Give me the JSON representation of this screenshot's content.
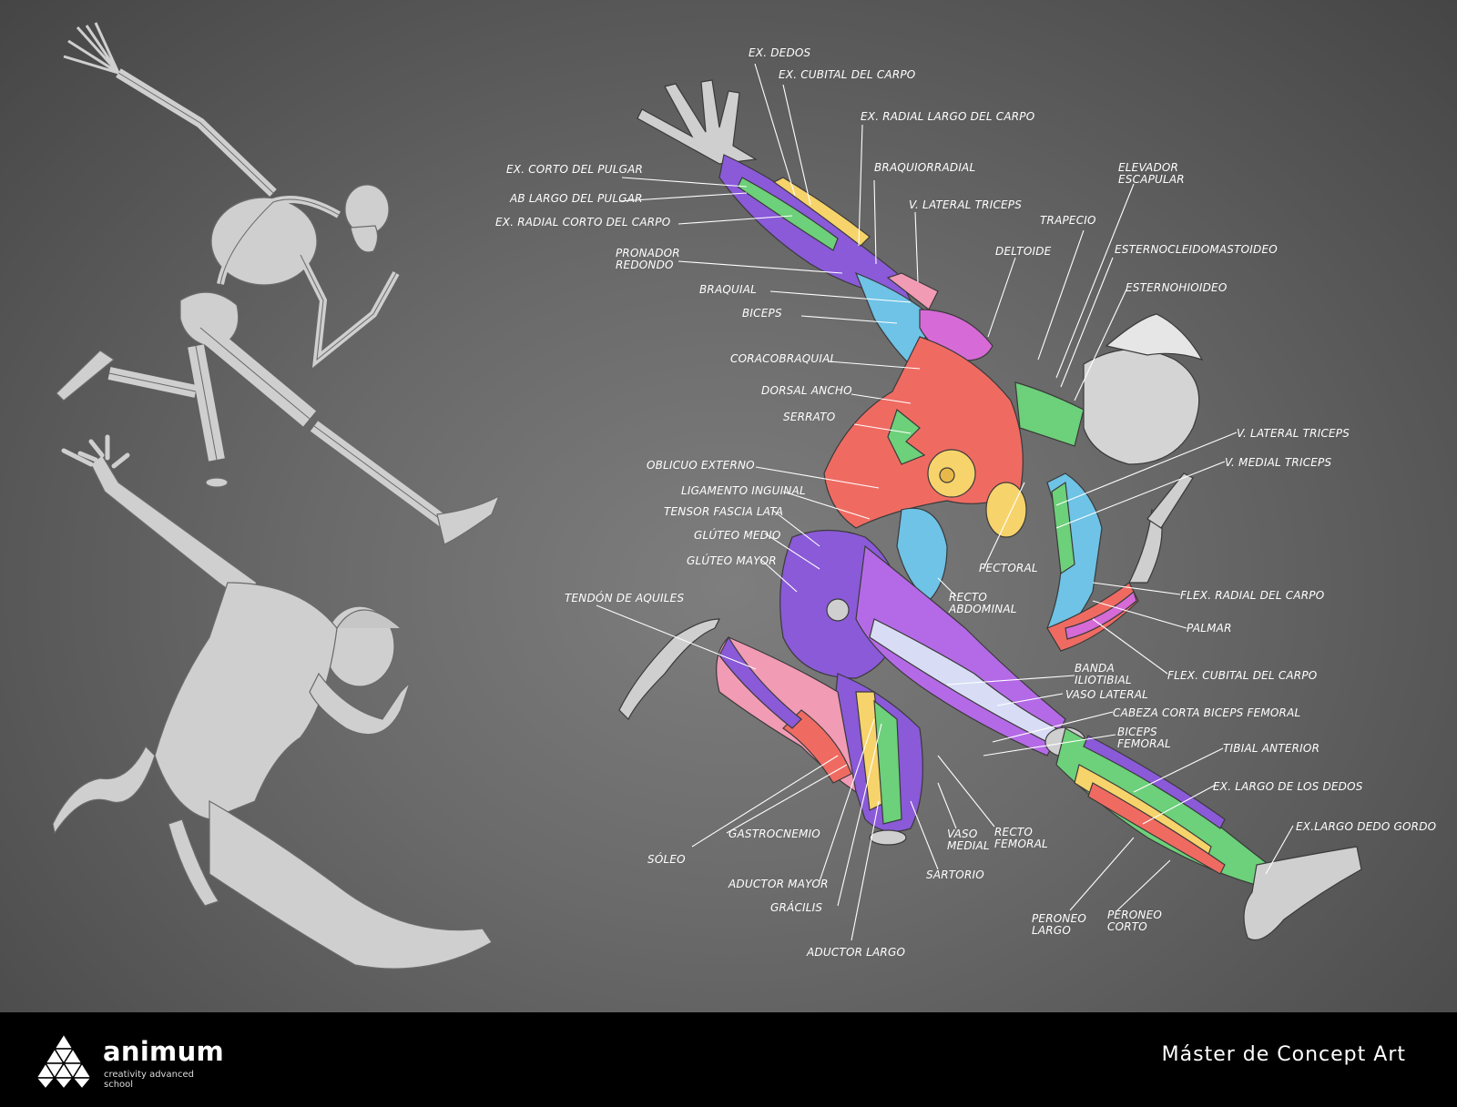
{
  "labels": [
    {
      "id": "ex-dedos",
      "text": "EX. DEDOS"
    },
    {
      "id": "ex-cubital-carpo",
      "text": "EX. CUBITAL DEL CARPO"
    },
    {
      "id": "ex-radial-largo",
      "text": "EX. RADIAL LARGO DEL CARPO"
    },
    {
      "id": "braquiorradial",
      "text": "BRAQUIORRADIAL"
    },
    {
      "id": "elevador-escapular",
      "text": "ELEVADOR\nESCAPULAR"
    },
    {
      "id": "ex-corto-pulgar",
      "text": "EX. CORTO DEL PULGAR"
    },
    {
      "id": "ab-largo-pulgar",
      "text": "AB LARGO DEL PULGAR"
    },
    {
      "id": "ex-radial-corto",
      "text": "EX. RADIAL CORTO DEL CARPO"
    },
    {
      "id": "v-lateral-triceps-top",
      "text": "V. LATERAL TRICEPS"
    },
    {
      "id": "trapecio",
      "text": "TRAPECIO"
    },
    {
      "id": "esternocleidomastoideo",
      "text": "ESTERNOCLEIDOMASTOIDEO"
    },
    {
      "id": "deltoide",
      "text": "DELTOIDE"
    },
    {
      "id": "pronador-redondo",
      "text": "PRONADOR\nREDONDO"
    },
    {
      "id": "esternohioideo",
      "text": "ESTERNOHIOIDEO"
    },
    {
      "id": "braquial",
      "text": "BRAQUIAL"
    },
    {
      "id": "biceps",
      "text": "BICEPS"
    },
    {
      "id": "coracobraquial",
      "text": "CORACOBRAQUIAL"
    },
    {
      "id": "dorsal-ancho",
      "text": "DORSAL ANCHO"
    },
    {
      "id": "serrato",
      "text": "SERRATO"
    },
    {
      "id": "v-lateral-triceps",
      "text": "V. LATERAL TRICEPS"
    },
    {
      "id": "v-medial-triceps",
      "text": "V. MEDIAL TRICEPS"
    },
    {
      "id": "oblicuo-externo",
      "text": "OBLICUO EXTERNO"
    },
    {
      "id": "ligamento-inguinal",
      "text": "LIGAMENTO INGUINAL"
    },
    {
      "id": "tensor-fascia-lata",
      "text": "TENSOR FASCIA LATA"
    },
    {
      "id": "gluteo-medio",
      "text": "GLÚTEO MEDIO"
    },
    {
      "id": "gluteo-mayor",
      "text": "GLÚTEO MAYOR"
    },
    {
      "id": "pectoral",
      "text": "PECTORAL"
    },
    {
      "id": "tendon-aquiles",
      "text": "TENDÓN DE AQUILES"
    },
    {
      "id": "recto-abdominal",
      "text": "RECTO\nABDOMINAL"
    },
    {
      "id": "flex-radial-carpo",
      "text": "FLEX. RADIAL DEL CARPO"
    },
    {
      "id": "palmar",
      "text": "PALMAR"
    },
    {
      "id": "flex-cubital-carpo",
      "text": "FLEX. CUBITAL DEL CARPO"
    },
    {
      "id": "banda-iliotibial",
      "text": "BANDA\nILIOTIBIAL"
    },
    {
      "id": "vaso-lateral",
      "text": "VASO LATERAL"
    },
    {
      "id": "cabeza-corta-biceps",
      "text": "CABEZA CORTA BICEPS FEMORAL"
    },
    {
      "id": "biceps-femoral",
      "text": "BICEPS\nFEMORAL"
    },
    {
      "id": "tibial-anterior",
      "text": "TIBIAL ANTERIOR"
    },
    {
      "id": "ex-largo-dedos",
      "text": "EX. LARGO DE LOS DEDOS"
    },
    {
      "id": "ex-largo-dedo-gordo",
      "text": "EX.LARGO DEDO GORDO"
    },
    {
      "id": "gastrocnemio",
      "text": "GASTROCNEMIO"
    },
    {
      "id": "soleo",
      "text": "SÓLEO"
    },
    {
      "id": "vaso-medial",
      "text": "VASO\nMEDIAL"
    },
    {
      "id": "recto-femoral",
      "text": "RECTO\nFEMORAL"
    },
    {
      "id": "aductor-mayor",
      "text": "ADUCTOR MAYOR"
    },
    {
      "id": "sartorio",
      "text": "SARTORIO"
    },
    {
      "id": "gracilis",
      "text": "GRÁCILIS"
    },
    {
      "id": "peroneo-largo",
      "text": "PERONEO\nLARGO"
    },
    {
      "id": "peroneo-corto",
      "text": "PERONEO\nCORTO"
    },
    {
      "id": "aductor-largo",
      "text": "ADUCTOR LARGO"
    }
  ],
  "footer": {
    "brand": "animum",
    "tagline": "creativity advanced school",
    "course": "Máster de Concept Art"
  },
  "colors": {
    "background_center": "#7e7e7e",
    "background_edge": "#454545",
    "footer": "#000000",
    "figure_gray": "#cfcfcf",
    "muscle_red": "#ef6b62",
    "muscle_purple": "#8a5ad8",
    "muscle_blue": "#6ec3e6",
    "muscle_magenta": "#d66ad6",
    "muscle_green": "#6dd07a",
    "muscle_yellow": "#f7d36b",
    "muscle_pink": "#f19bb5"
  }
}
